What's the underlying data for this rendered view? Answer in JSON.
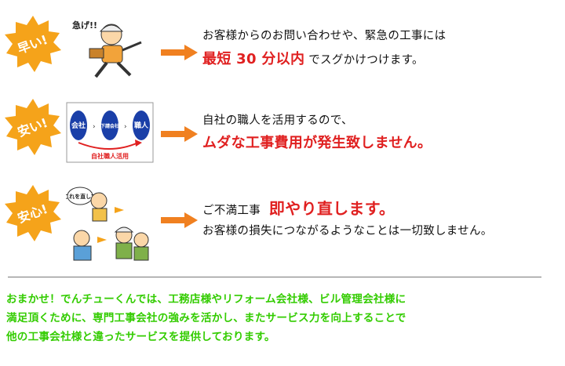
{
  "rows": [
    {
      "badge": "早い!",
      "illus_text": "急げ!!",
      "line1": "お客様からのお問い合わせや、緊急の工事には",
      "line2_em": "最短 30 分以内",
      "line2_rest": "でスグかけつけます。"
    },
    {
      "badge": "安い!",
      "diagram": {
        "a": "会社",
        "b": "下請会社",
        "c": "職人",
        "caption": "自社職人活用"
      },
      "line1": "自社の職人を活用するので、",
      "line2_em": "ムダな工事費用が発生致しません。"
    },
    {
      "badge": "安心!",
      "illus_text": "これを直して",
      "line1_pre": "ご不満工事",
      "line1_em": "即やり直します。",
      "line2": "お客様の損失につながるようなことは一切致しません。"
    }
  ],
  "footer": [
    "おまかせ！でんチューくんでは、工務店様やリフォーム会社様、ビル管理会社様に",
    "満足頂くために、専門工事会社の強みを活かし、またサービス力を向上することで",
    "他の工事会社様と違ったサービスを提供しております。"
  ],
  "colors": {
    "badge": "#f5a31a",
    "arrow": "#f08020",
    "red": "#e02020",
    "green": "#33cc00",
    "blue": "#1a3fa8"
  },
  "icons": [
    "badge-burst-icon",
    "arrow-right-icon",
    "running-worker-icon",
    "company-diagram-icon",
    "workers-group-icon"
  ]
}
